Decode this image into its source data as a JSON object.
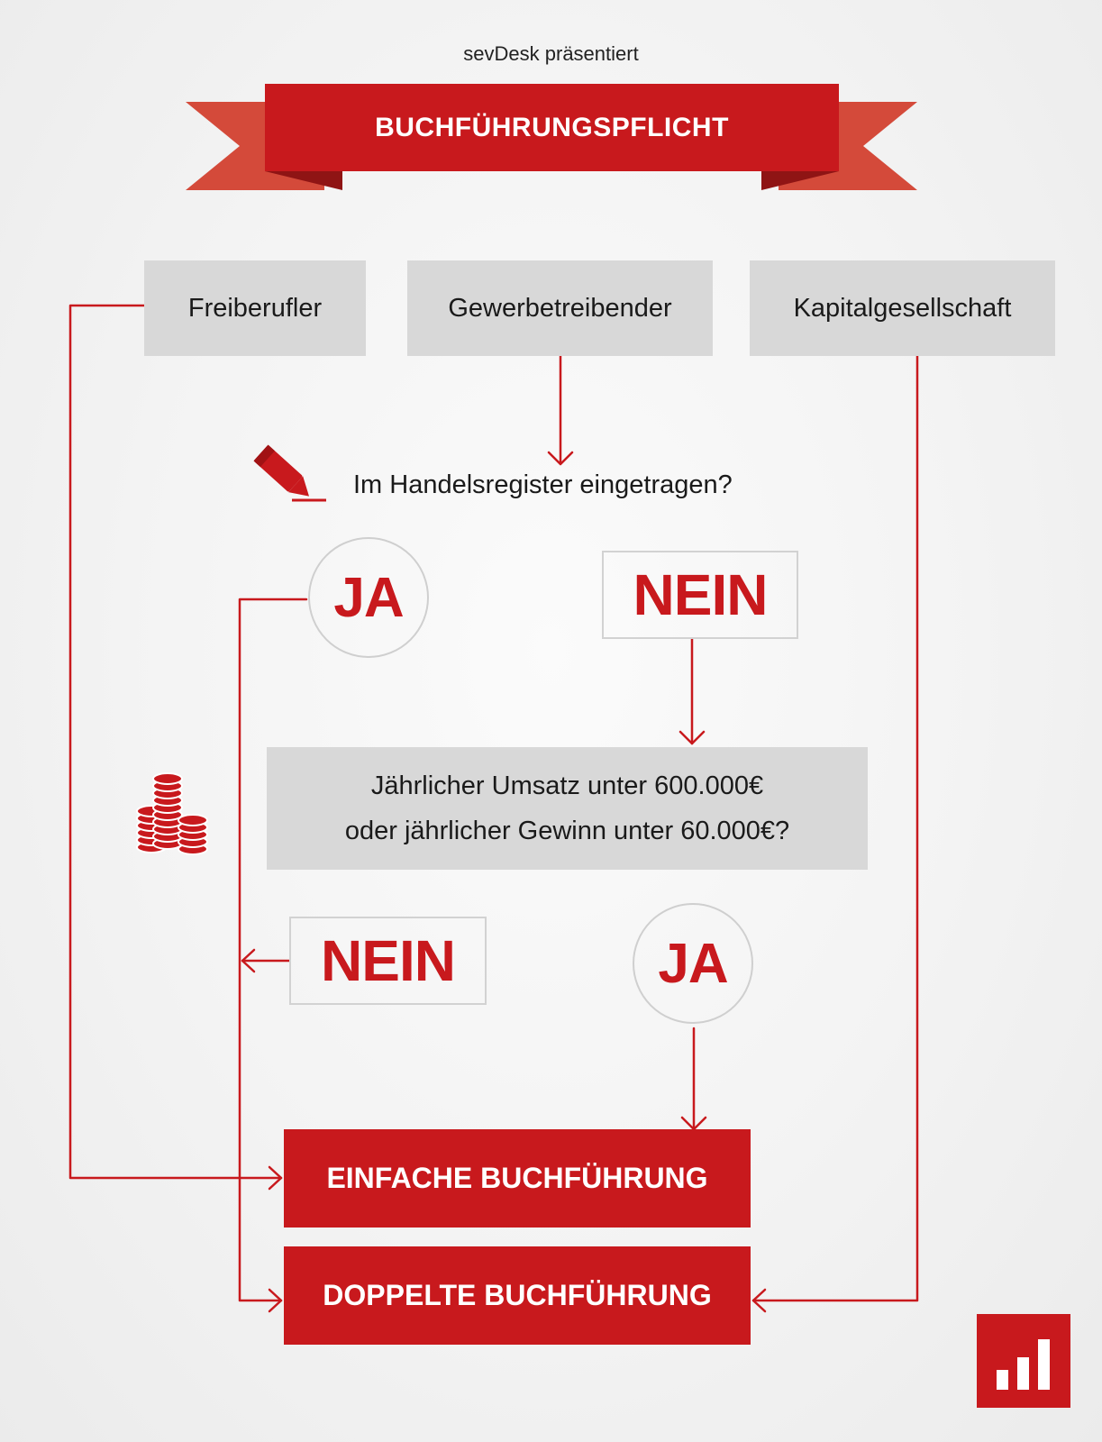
{
  "header": {
    "presenter": "sevDesk präsentiert",
    "banner_title": "BUCHFÜHRUNGSPFLICHT"
  },
  "categories": [
    {
      "label": "Freiberufler"
    },
    {
      "label": "Gewerbetreibender"
    },
    {
      "label": "Kapitalgesellschaft"
    }
  ],
  "question": {
    "text": "Im Handelsregister eingetragen?",
    "icon": "pencil-icon",
    "yes": "JA",
    "no": "NEIN"
  },
  "revenue_question": {
    "line1": "Jährlicher Umsatz unter 600.000€",
    "line2": "oder jährlicher Gewinn unter 60.000€?",
    "icon": "coin-stacks-icon",
    "yes": "JA",
    "no": "NEIN"
  },
  "results": {
    "simple": "EINFACHE BUCHFÜHRUNG",
    "double": "DOPPELTE BUCHFÜHRUNG"
  },
  "logo": {
    "icon": "bar-chart-logo-icon"
  },
  "colors": {
    "accent": "#c8191d",
    "banner_ribbon": "#d44a3a",
    "banner_fold": "#8f1414",
    "box_gray": "#d8d8d8",
    "connector": "#c8191d"
  }
}
